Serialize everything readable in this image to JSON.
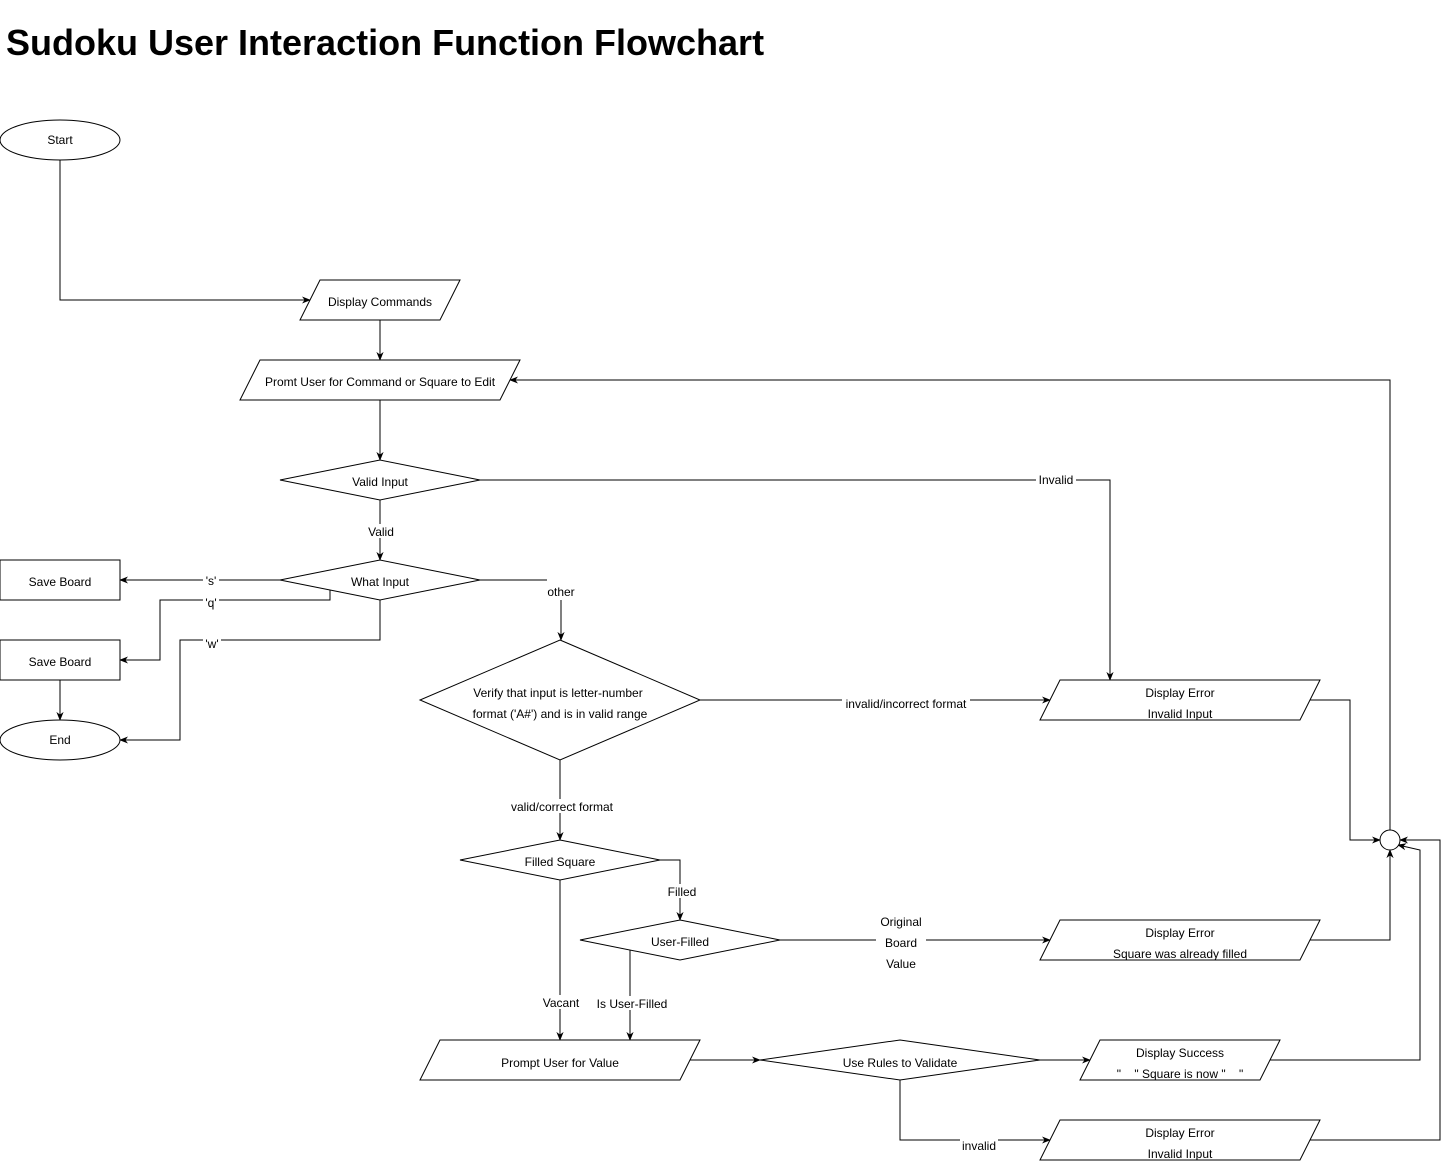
{
  "title": "Sudoku User Interaction Function Flowchart",
  "nodes": {
    "start": "Start",
    "display_commands": "Display Commands",
    "prompt_command": "Promt User for Command or Square to Edit",
    "valid_input": "Valid Input",
    "what_input": "What Input",
    "save_board_1": "Save Board",
    "save_board_2": "Save Board",
    "end": "End",
    "verify_line1": "Verify that input is letter-number",
    "verify_line2": "format ('A#') and is in valid range",
    "filled_square": "Filled Square",
    "user_filled": "User-Filled",
    "prompt_value": "Prompt User for Value",
    "use_rules": "Use Rules to Validate",
    "error_invalid_1_line1": "Display Error",
    "error_invalid_1_line2": "Invalid Input",
    "error_filled_line1": "Display Error",
    "error_filled_line2": "Square was already filled",
    "success_line1": "Display Success",
    "success_line2": "\"__\" Square is now \"__\"",
    "error_invalid_2_line1": "Display Error",
    "error_invalid_2_line2": "Invalid Input"
  },
  "edges": {
    "invalid": "Invalid",
    "valid": "Valid",
    "s": "'s'",
    "q": "'q'",
    "w": "'w'",
    "other": "other",
    "invalid_format": "invalid/incorrect format",
    "valid_format": "valid/correct format",
    "filled": "Filled",
    "vacant": "Vacant",
    "is_user_filled": "Is User-Filled",
    "original_1": "Original",
    "original_2": "Board",
    "original_3": "Value",
    "invalid_rules": "invalid"
  }
}
